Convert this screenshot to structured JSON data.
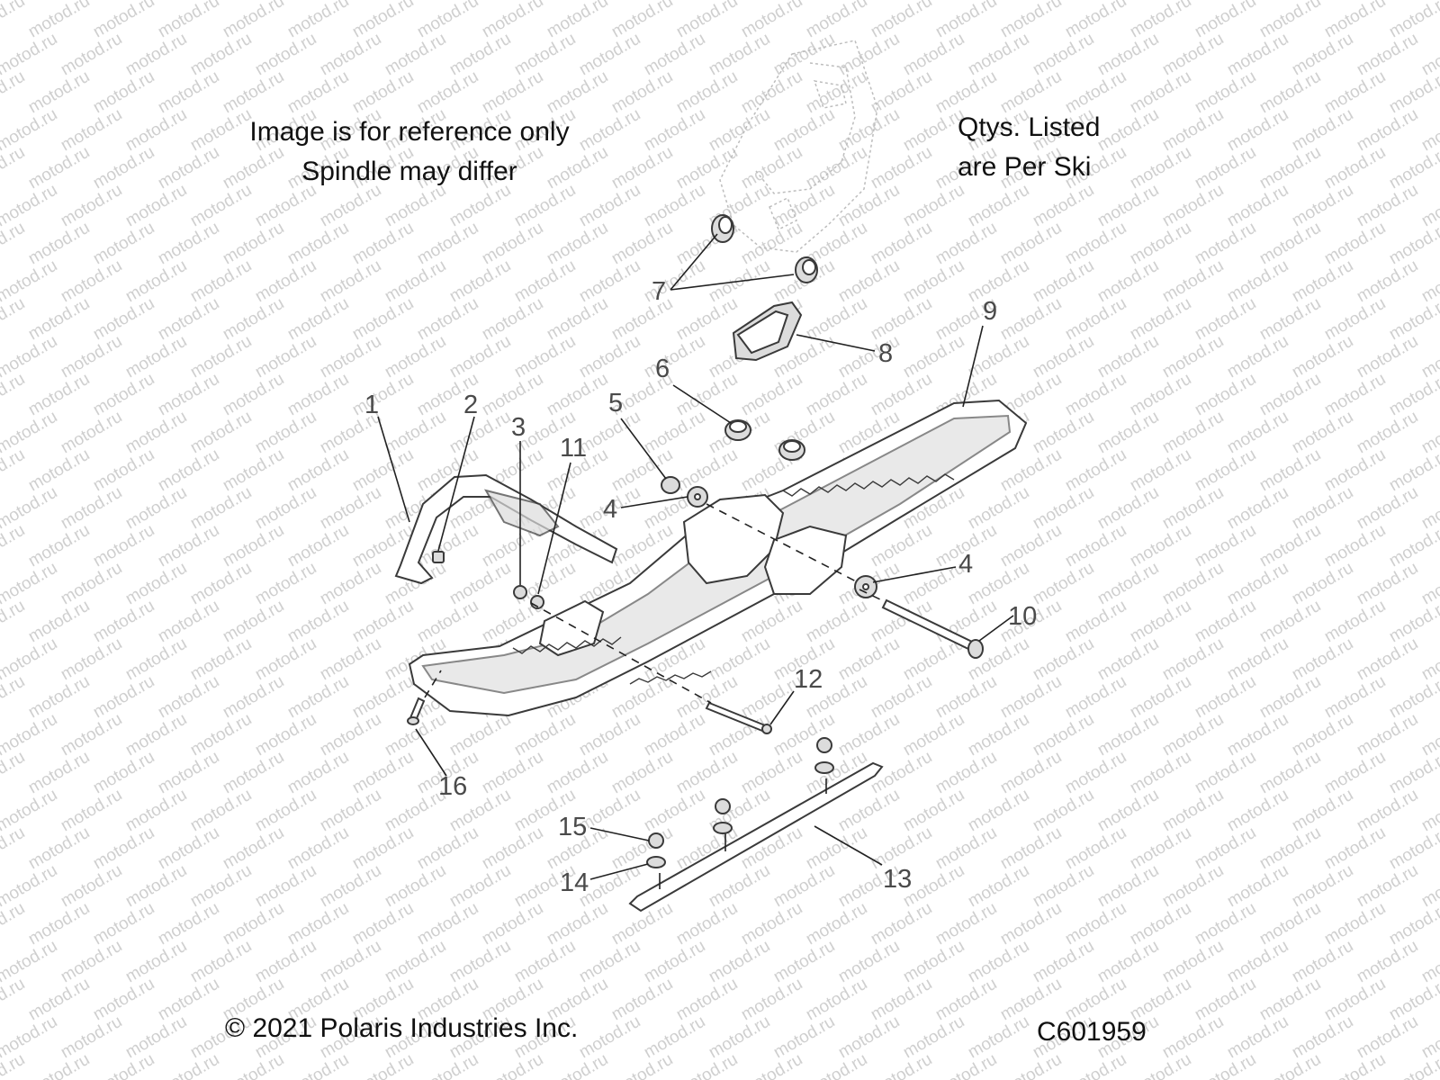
{
  "notes": {
    "reference_line1": "Image is for reference only",
    "reference_line2": "Spindle may differ",
    "qty_line1": "Qtys. Listed",
    "qty_line2": "are Per Ski"
  },
  "footer": {
    "copyright": "© 2021 Polaris Industries Inc.",
    "code": "C601959"
  },
  "watermark": "motod.ru",
  "callouts": {
    "c1": "1",
    "c2": "2",
    "c3": "3",
    "c4a": "4",
    "c4b": "4",
    "c5": "5",
    "c6": "6",
    "c7": "7",
    "c8": "8",
    "c9": "9",
    "c10": "10",
    "c11": "11",
    "c12": "12",
    "c13": "13",
    "c14": "14",
    "c15": "15",
    "c16": "16"
  }
}
